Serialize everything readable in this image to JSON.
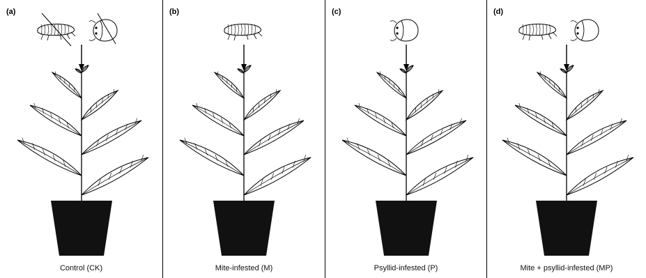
{
  "panels": [
    {
      "letter": "(a)",
      "caption": "Control (CK)",
      "mite": "mite-icon",
      "psyllid": "psyllid-icon",
      "mite_present": false,
      "psyllid_present": false
    },
    {
      "letter": "(b)",
      "caption": "Mite-infested (M)",
      "mite": "mite-icon",
      "mite_present": true
    },
    {
      "letter": "(c)",
      "caption": "Psyllid-infested (P)",
      "psyllid": "psyllid-icon",
      "psyllid_present": true
    },
    {
      "letter": "(d)",
      "caption": "Mite + psyllid-infested (MP)",
      "mite": "mite-icon",
      "psyllid": "psyllid-icon",
      "mite_present": true,
      "psyllid_present": true
    }
  ],
  "colors": {
    "ink": "#000000",
    "pot": "#111111",
    "background": "#ffffff"
  }
}
